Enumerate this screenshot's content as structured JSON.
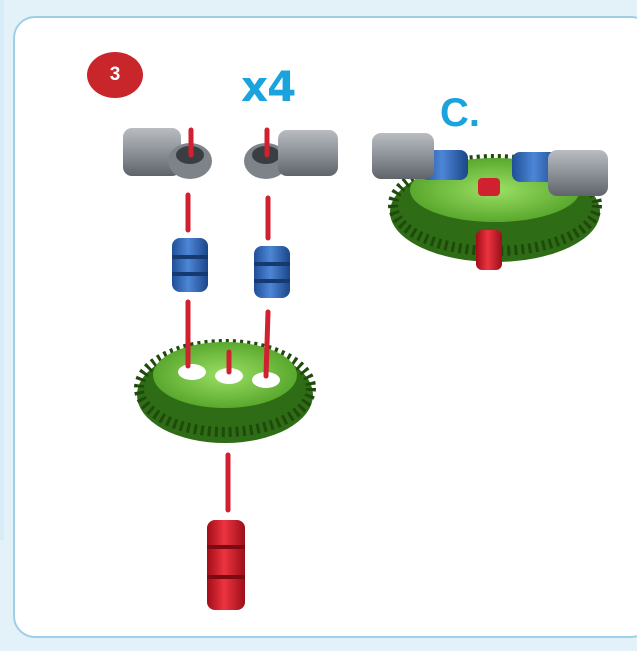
{
  "step": {
    "number": "3"
  },
  "quantity": {
    "label": "x4"
  },
  "subassembly": {
    "label": "C."
  },
  "colors": {
    "background": "#e3f2f9",
    "panel_border": "#9fcfe8",
    "accent_blue": "#1aa3dd",
    "badge_red": "#c9262c",
    "guide_red": "#d1202f",
    "gear_green": "#3f8a1e",
    "spacer_blue": "#2f64b3",
    "connector_gray": "#8a8f96"
  },
  "parts": {
    "connectors": [
      "gray-connector",
      "gray-connector"
    ],
    "spacers": [
      "blue-spacer",
      "blue-spacer"
    ],
    "gear": "green-gear",
    "axle": "red-axle"
  }
}
